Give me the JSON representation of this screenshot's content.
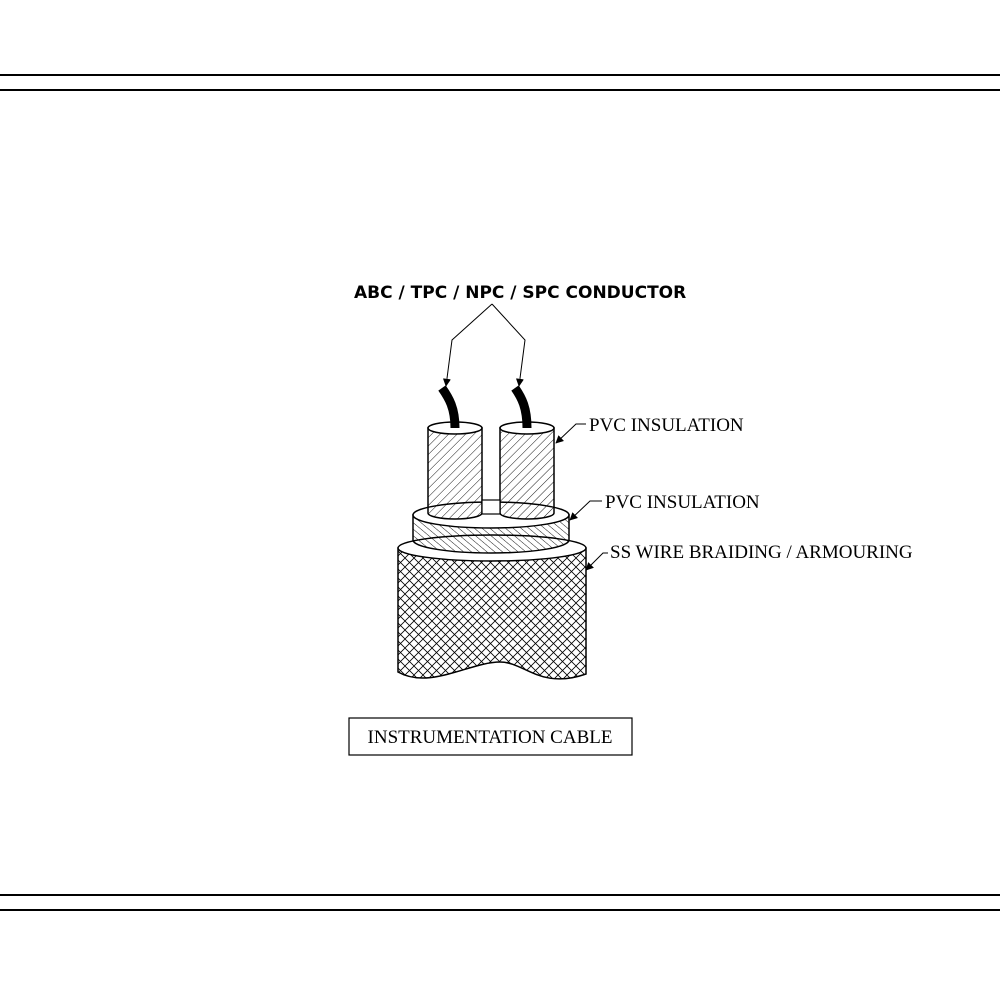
{
  "labels": {
    "conductor": "ABC / TPC / NPC / SPC CONDUCTOR",
    "core_insulation": "PVC INSULATION",
    "inner_sheath": "PVC INSULATION",
    "armour": "SS WIRE BRAIDING / ARMOURING"
  },
  "title": "INSTRUMENTATION CABLE",
  "colors": {
    "line": "#000000",
    "background": "#ffffff"
  }
}
